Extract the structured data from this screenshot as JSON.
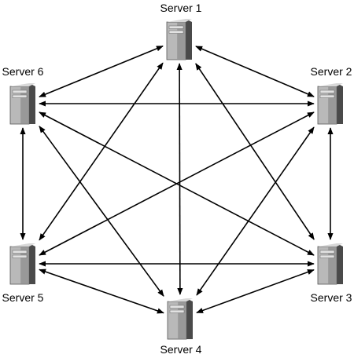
{
  "diagram": {
    "servers": [
      {
        "id": "server-1",
        "label": "Server 1",
        "icon": "server-tower-icon"
      },
      {
        "id": "server-2",
        "label": "Server 2",
        "icon": "server-tower-icon"
      },
      {
        "id": "server-3",
        "label": "Server 3",
        "icon": "server-tower-icon"
      },
      {
        "id": "server-4",
        "label": "Server 4",
        "icon": "server-tower-icon"
      },
      {
        "id": "server-5",
        "label": "Server 5",
        "icon": "server-tower-icon"
      },
      {
        "id": "server-6",
        "label": "Server 6",
        "icon": "server-tower-icon"
      }
    ],
    "connections": [
      [
        "server-1",
        "server-2"
      ],
      [
        "server-1",
        "server-3"
      ],
      [
        "server-1",
        "server-4"
      ],
      [
        "server-1",
        "server-5"
      ],
      [
        "server-1",
        "server-6"
      ],
      [
        "server-2",
        "server-3"
      ],
      [
        "server-2",
        "server-4"
      ],
      [
        "server-2",
        "server-5"
      ],
      [
        "server-2",
        "server-6"
      ],
      [
        "server-3",
        "server-4"
      ],
      [
        "server-3",
        "server-5"
      ],
      [
        "server-3",
        "server-6"
      ],
      [
        "server-4",
        "server-5"
      ],
      [
        "server-4",
        "server-6"
      ],
      [
        "server-5",
        "server-6"
      ]
    ],
    "arrowheads": "both-ends",
    "colors": {
      "server_light": "#b9b9b9",
      "server_dark": "#4a4a4a",
      "line": "#000000"
    }
  }
}
